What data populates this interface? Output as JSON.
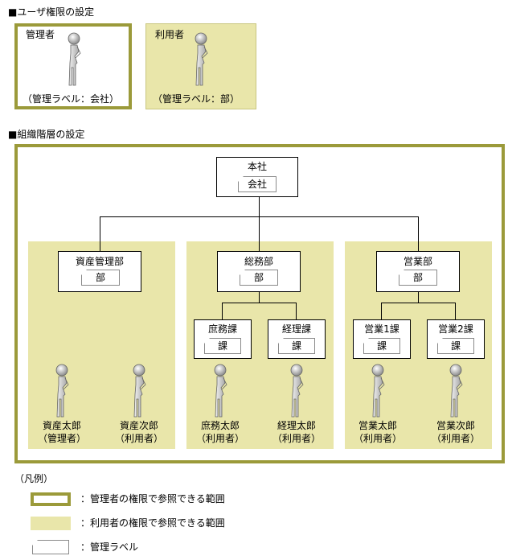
{
  "sections": {
    "user_roles_title": "■ユーザ権限の設定",
    "org_title": "■組織階層の設定"
  },
  "roles": {
    "admin": {
      "name": "管理者",
      "label": "（管理ラベル：会社）"
    },
    "user": {
      "name": "利用者",
      "label": "（管理ラベル：部）"
    }
  },
  "org": {
    "root": {
      "name": "本社",
      "tag": "会社"
    },
    "depts": [
      {
        "name": "資産管理部",
        "tag": "部"
      },
      {
        "name": "総務部",
        "tag": "部"
      },
      {
        "name": "営業部",
        "tag": "部"
      }
    ],
    "sections": [
      {
        "name": "庶務課",
        "tag": "課"
      },
      {
        "name": "経理課",
        "tag": "課"
      },
      {
        "name": "営業1課",
        "tag": "課"
      },
      {
        "name": "営業2課",
        "tag": "課"
      }
    ],
    "people": [
      {
        "name": "資産太郎",
        "role": "（管理者）"
      },
      {
        "name": "資産次郎",
        "role": "（利用者）"
      },
      {
        "name": "庶務太郎",
        "role": "（利用者）"
      },
      {
        "name": "経理太郎",
        "role": "（利用者）"
      },
      {
        "name": "営業太郎",
        "role": "（利用者）"
      },
      {
        "name": "営業次郎",
        "role": "（利用者）"
      }
    ]
  },
  "legend": {
    "title": "（凡例）",
    "items": [
      "：管理者の権限で参照できる範囲",
      "：利用者の権限で参照できる範囲",
      "：管理ラベル"
    ]
  },
  "colors": {
    "olive": "#9b9a3a",
    "fill": "#e9e6aa"
  }
}
